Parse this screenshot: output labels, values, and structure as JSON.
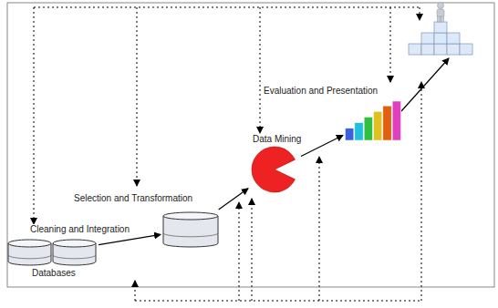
{
  "diagram": {
    "nodes": [
      {
        "text": [
          "Cleaning and Integration",
          "Databases"
        ]
      },
      {
        "text": [
          "Selection and Transformation"
        ]
      },
      {
        "text": [
          "Data Mining"
        ]
      },
      {
        "text": [
          "Evaluation and Presentation"
        ]
      }
    ],
    "edges": [
      {
        "from": 0,
        "to": 1,
        "arrow": "to"
      },
      {
        "from": 1,
        "to": 2,
        "arrow": "to"
      },
      {
        "from": 2,
        "to": 3,
        "arrow": "to"
      }
    ]
  }
}
